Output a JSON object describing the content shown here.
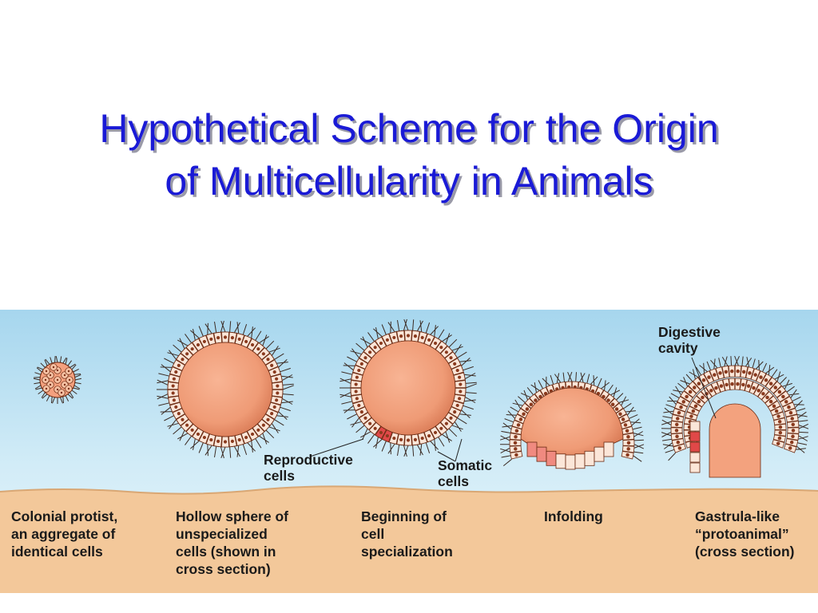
{
  "title": {
    "line1": "Hypothetical Scheme for the Origin",
    "line2": "of Multicellularity in Animals"
  },
  "stages": [
    {
      "lines": [
        "Colonial protist,",
        "an aggregate of",
        "identical cells"
      ]
    },
    {
      "lines": [
        "Hollow sphere of",
        "unspecialized",
        "cells (shown in",
        "cross section)"
      ]
    },
    {
      "lines": [
        "Beginning of",
        "cell",
        "specialization"
      ]
    },
    {
      "lines": [
        "Infolding"
      ]
    },
    {
      "lines": [
        "Gastrula-like",
        "“protoanimal”",
        "(cross section)"
      ]
    }
  ],
  "callouts": {
    "reproductive": [
      "Reproductive",
      "cells"
    ],
    "somatic": [
      "Somatic",
      "cells"
    ],
    "digestive": [
      "Digestive",
      "cavity"
    ]
  },
  "colors": {
    "title": "#1a1ad6",
    "water_top": "#a8d8ee",
    "sediment": "#f3c89a",
    "cell_fill": "#f4a07e",
    "cell_outline": "#6b2a12",
    "reproductive_cell": "#e04848"
  }
}
